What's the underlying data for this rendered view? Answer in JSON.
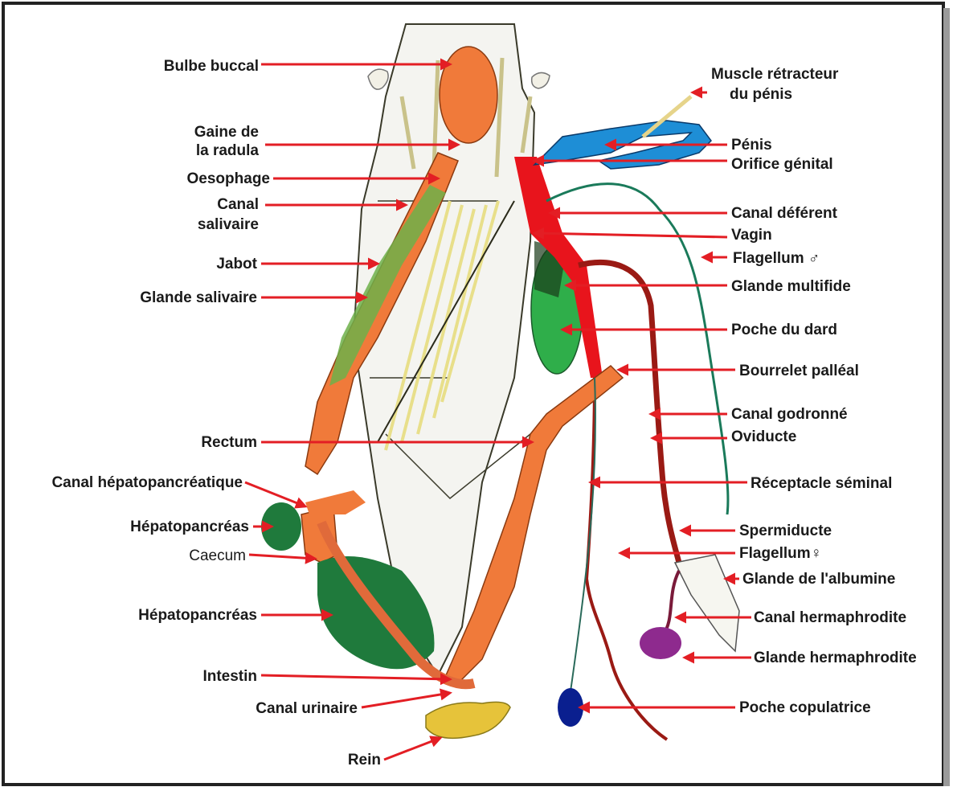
{
  "colors": {
    "arrow": "#e31e24",
    "organ_orange": "#f07a3a",
    "organ_green": "#2e9e4a",
    "dark_green": "#1f7a3c",
    "red": "#e8141c",
    "dark_red": "#9a1a14",
    "blue": "#1e8ed6",
    "navy": "#0a1f8f",
    "purple": "#8e2a8e",
    "yellow": "#e6c33a",
    "outline": "#3a3a2a"
  },
  "labels": {
    "bulbe_buccal": "Bulbe buccal",
    "gaine_1": "Gaine de",
    "gaine_2": "la radula",
    "oesophage": "Oesophage",
    "canal_salivaire_1": "Canal",
    "canal_salivaire_2": "salivaire",
    "jabot": "Jabot",
    "glande_salivaire": "Glande salivaire",
    "rectum": "Rectum",
    "canal_hepato": "Canal hépatopancréatique",
    "hepato_1": "Hépatopancréas",
    "caecum": "Caecum",
    "hepato_2": "Hépatopancréas",
    "intestin": "Intestin",
    "canal_urinaire": "Canal urinaire",
    "rein": "Rein",
    "muscle_1": "Muscle rétracteur",
    "muscle_2": "du pénis",
    "penis": "Pénis",
    "orifice": "Orifice génital",
    "canal_deferent": "Canal déférent",
    "vagin": "Vagin",
    "flagellum_m": "Flagellum ♂",
    "glande_multifide": "Glande multifide",
    "poche_dard": "Poche du dard",
    "bourrelet": "Bourrelet palléal",
    "canal_godronne": "Canal godronné",
    "oviducte": "Oviducte",
    "receptacle": "Réceptacle séminal",
    "spermiducte": "Spermiducte",
    "flagellum_f": "Flagellum♀",
    "glande_albumine": "Glande de l'albumine",
    "canal_herma": "Canal hermaphrodite",
    "glande_herma": "Glande hermaphrodite",
    "poche_copul": "Poche copulatrice"
  }
}
